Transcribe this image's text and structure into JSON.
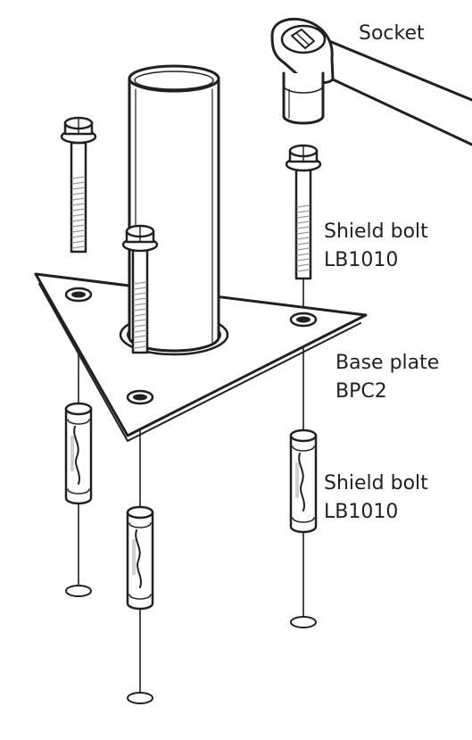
{
  "labels": {
    "socket": "Socket",
    "shield_bolt_top": [
      "Shield bolt",
      "LB1010"
    ],
    "base_plate": [
      "Base plate",
      "BPC2"
    ],
    "shield_bolt_bottom": [
      "Shield bolt",
      "LB1010"
    ]
  },
  "colors": {
    "stroke": "#231f20",
    "fill": "#ffffff",
    "thread_shade": "#9a9a9a",
    "sleeve_shade": "#d0d0d0"
  }
}
